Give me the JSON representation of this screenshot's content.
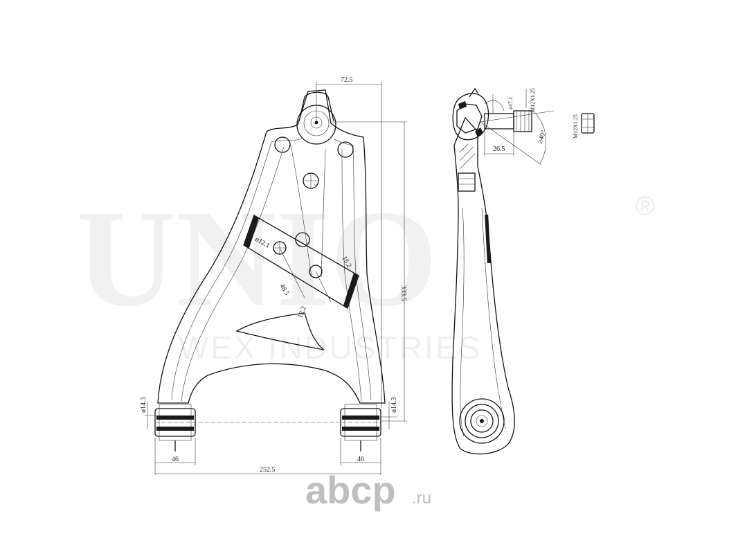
{
  "watermark": {
    "brand": "UNIO",
    "registered": "®",
    "subtitle": "WEX INDUSTRIES"
  },
  "site_logo": {
    "name": "abcp",
    "tld": ".ru"
  },
  "dimensions": {
    "top_width": "72.5",
    "height": "333.5",
    "bushing_left_dia": "ø14.3",
    "bushing_right_dia": "ø14.3",
    "bushing_left_len": "46",
    "bushing_right_len": "46",
    "total_width": "252.5",
    "hole_dia": "ø12.1",
    "hole_spacing": "16.2",
    "hole_offset": "48.5",
    "plate_width": "12.2",
    "stud_dia": "ø17.1",
    "thread": "M12X1.25",
    "stud_len": "26.5",
    "angle": "≥40°",
    "nut_thread": "M12X1.25"
  }
}
